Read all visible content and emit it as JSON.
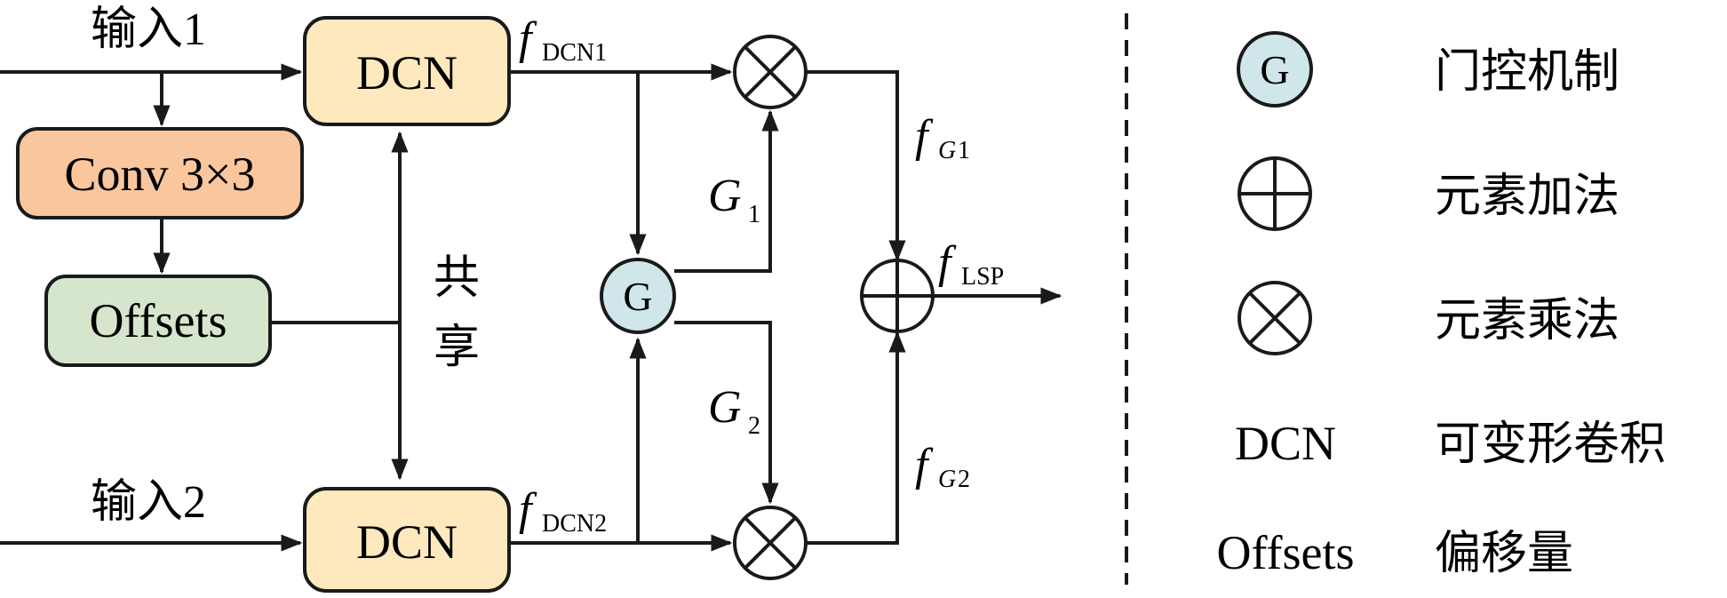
{
  "inputs": {
    "input1": "输入1",
    "input2": "输入2"
  },
  "blocks": {
    "dcn": "DCN",
    "conv": "Conv 3×3",
    "offsets": "Offsets",
    "gate": "G"
  },
  "shared_label": {
    "line1": "共",
    "line2": "享"
  },
  "signals": {
    "f_symbol": "f",
    "g_symbol": "G",
    "dcn1_sub": "DCN1",
    "dcn2_sub": "DCN2",
    "g1_sub": "1",
    "g2_sub": "2",
    "fg_sub_g": "G",
    "fg1_sub_num": "1",
    "fg2_sub_num": "2",
    "lsp_sub": "LSP"
  },
  "legend": {
    "gate_text": "门控机制",
    "add_text": "元素加法",
    "mul_text": "元素乘法",
    "dcn_symbol": "DCN",
    "dcn_text": "可变形卷积",
    "offsets_symbol": "Offsets",
    "offsets_text": "偏移量"
  },
  "colors": {
    "dcn_fill": "#fde9bd",
    "conv_fill": "#f9c69e",
    "offsets_fill": "#d5e6cc",
    "gate_fill": "#cfe6ea",
    "stroke": "#1a1a1a"
  }
}
